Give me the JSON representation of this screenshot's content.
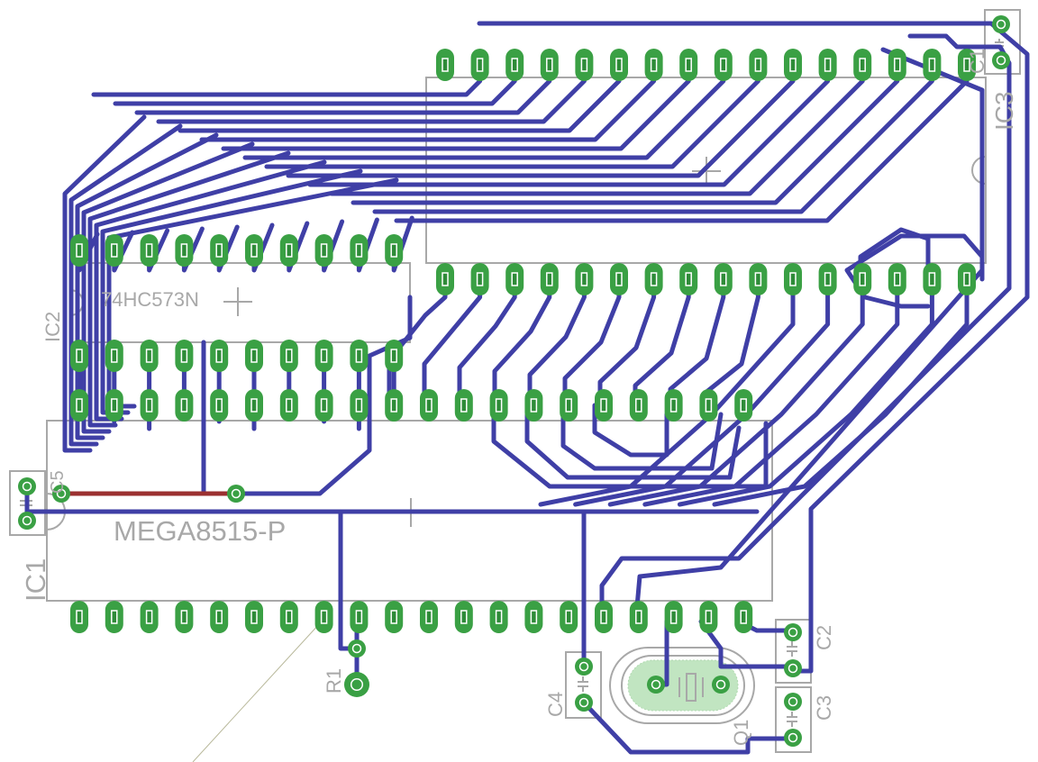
{
  "colors": {
    "background": "#ffffff",
    "trace_bottom": "#3f3fa6",
    "trace_top": "#9b3030",
    "pad": "#3aa044",
    "drill": "#2e8b38",
    "silkscreen": "#a8a8a8",
    "crystal_fill": "#8fd18f"
  },
  "labels": {
    "ic1_name": "IC1",
    "ic1_value": "MEGA8515-P",
    "ic2_name": "IC2",
    "ic2_value": "74HC573N",
    "ic3_name": "IC3",
    "r1": "R1",
    "q1": "Q1",
    "c1": "C1",
    "c2": "C2",
    "c3": "C3",
    "c4": "C4",
    "c5": "C5"
  }
}
